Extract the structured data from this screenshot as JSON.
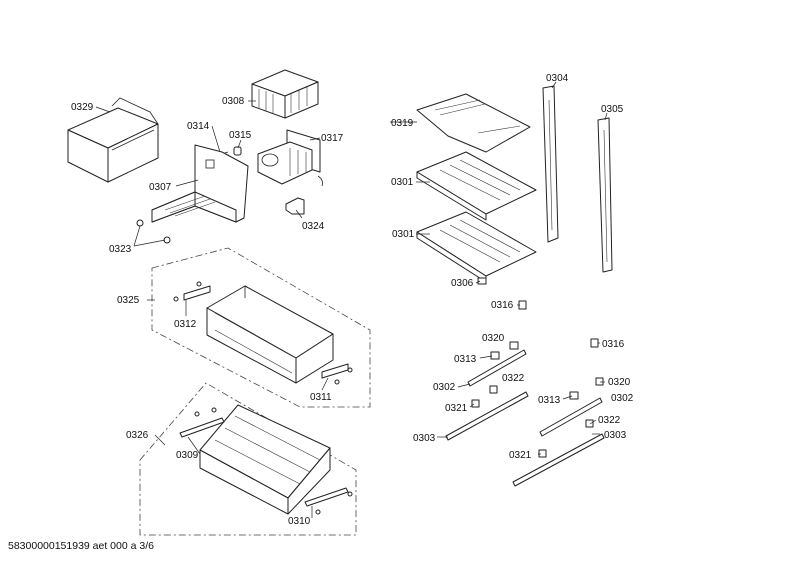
{
  "footer": "58300000151939 aet 000 a 3/6",
  "labels": {
    "l0329": "0329",
    "l0308": "0308",
    "l0314": "0314",
    "l0315": "0315",
    "l0317": "0317",
    "l0307": "0307",
    "l0324": "0324",
    "l0323": "0323",
    "l0325": "0325",
    "l0312": "0312",
    "l0311": "0311",
    "l0326": "0326",
    "l0309": "0309",
    "l0310": "0310",
    "l0319": "0319",
    "l0301a": "0301",
    "l0301b": "0301",
    "l0304": "0304",
    "l0305": "0305",
    "l0306": "0306",
    "l0316a": "0316",
    "l0316b": "0316",
    "l0320a": "0320",
    "l0320b": "0320",
    "l0313a": "0313",
    "l0313b": "0313",
    "l0302a": "0302",
    "l0302b": "0302",
    "l0322a": "0322",
    "l0322b": "0322",
    "l0321a": "0321",
    "l0321b": "0321",
    "l0303a": "0303",
    "l0303b": "0303"
  }
}
